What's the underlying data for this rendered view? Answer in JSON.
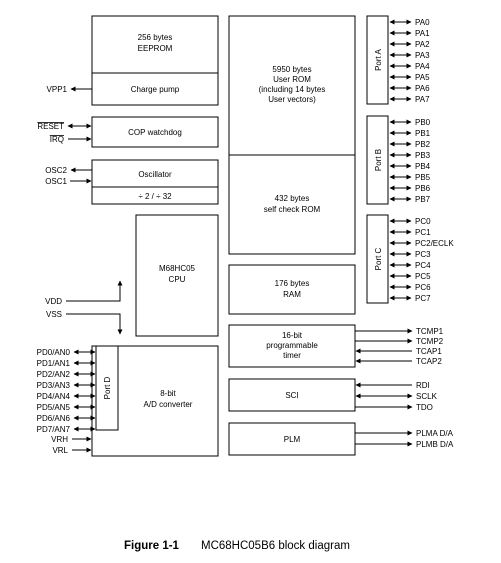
{
  "blocks": {
    "eeprom": [
      "256 bytes",
      "EEPROM"
    ],
    "charge_pump": "Charge pump",
    "cop": "COP watchdog",
    "oscillator": "Oscillator",
    "divider": "÷ 2 / ÷ 32",
    "cpu": [
      "M68HC05",
      "CPU"
    ],
    "adc": [
      "8-bit",
      "A/D converter"
    ],
    "port_d": "Port D",
    "user_rom": [
      "5950 bytes",
      "User ROM",
      "(including 14 bytes",
      "User vectors)"
    ],
    "self_check_rom": [
      "432 bytes",
      "self check ROM"
    ],
    "ram": [
      "176 bytes",
      "RAM"
    ],
    "timer": [
      "16-bit",
      "programmable",
      "timer"
    ],
    "sci": "SCI",
    "plm": "PLM",
    "port_a": "Port A",
    "port_b": "Port B",
    "port_c": "Port C"
  },
  "left_signals": {
    "vpp1": "VPP1",
    "reset": "RESET",
    "irq": "IRQ",
    "osc2": "OSC2",
    "osc1": "OSC1",
    "vdd": "VDD",
    "vss": "VSS",
    "port_d_pins": [
      "PD0/AN0",
      "PD1/AN1",
      "PD2/AN2",
      "PD3/AN3",
      "PD4/AN4",
      "PD5/AN5",
      "PD6/AN6",
      "PD7/AN7"
    ],
    "vrh": "VRH",
    "vrl": "VRL"
  },
  "right_signals": {
    "port_a_pins": [
      "PA0",
      "PA1",
      "PA2",
      "PA3",
      "PA4",
      "PA5",
      "PA6",
      "PA7"
    ],
    "port_b_pins": [
      "PB0",
      "PB1",
      "PB2",
      "PB3",
      "PB4",
      "PB5",
      "PB6",
      "PB7"
    ],
    "port_c_pins": [
      "PC0",
      "PC1",
      "PC2/ECLK",
      "PC3",
      "PC4",
      "PC5",
      "PC6",
      "PC7"
    ],
    "timer_pins": [
      "TCMP1",
      "TCMP2",
      "TCAP1",
      "TCAP2"
    ],
    "sci_pins": [
      "RDI",
      "SCLK",
      "TDO"
    ],
    "plm_pins": [
      "PLMA D/A",
      "PLMB D/A"
    ]
  },
  "caption": {
    "figure": "Figure 1-1",
    "title": "MC68HC05B6 block diagram"
  }
}
